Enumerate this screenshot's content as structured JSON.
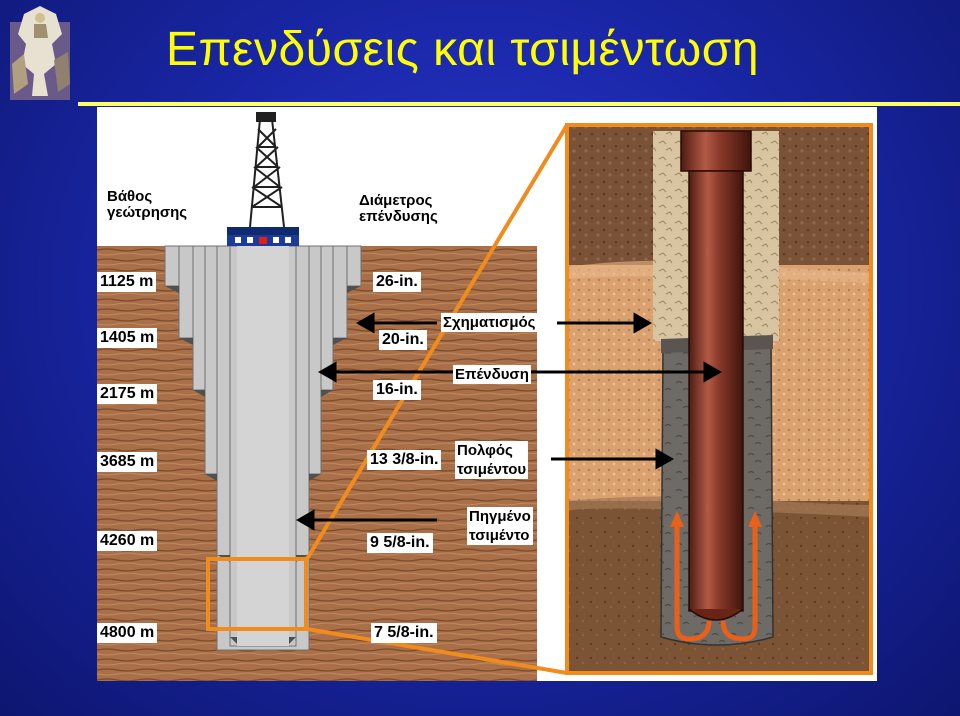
{
  "title": "Επενδύσεις και τσιμέντωση",
  "labels": {
    "depth_header": [
      "Βάθος",
      "γεώτρησης"
    ],
    "diameter_header": [
      "Διάμετρος",
      "επένδυσης"
    ],
    "formation": "Σχηματισμός",
    "casing": "Επένδυση",
    "slurry": [
      "Πολφός",
      "τσιμέντου"
    ],
    "set_cement": [
      "Πηγμένο",
      "τσιμέντο"
    ]
  },
  "depths": [
    "1125 m",
    "1405 m",
    "2175 m",
    "3685 m",
    "4260 m",
    "4800 m"
  ],
  "diameters": [
    "26-in.",
    "20-in.",
    "16-in.",
    "13 3/8-in.",
    "9 5/8-in.",
    "7 5/8-in."
  ],
  "colors": {
    "title": "#ffff00",
    "background": "#1a27a8",
    "highlight": "#f08c1e",
    "casing_gray": "#c8c8c8",
    "casing_pipe": "#8a3a2a",
    "flow_arrow": "#e8601a"
  }
}
